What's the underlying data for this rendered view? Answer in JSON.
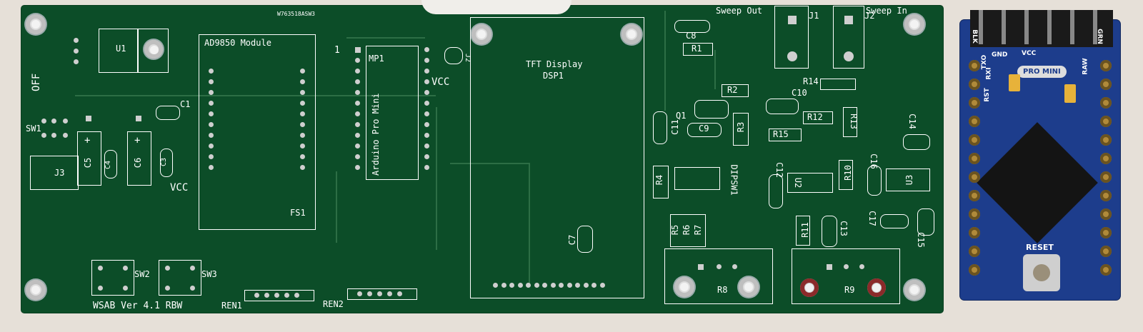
{
  "pcb": {
    "labels": {
      "serial": "W763518ASW3",
      "ad9850": "AD9850 Module",
      "one": "1",
      "mp1": "MP1",
      "arduino": "Arduino Pro Mini",
      "j2": "J2",
      "vcc_top": "VCC",
      "tft_line1": "TFT Display",
      "tft_line2": "DSP1",
      "sweep_out": "Sweep Out",
      "sweep_in": "Sweep In",
      "j1": "J1",
      "j2b": "J2",
      "u1": "U1",
      "off": "OFF",
      "sw1": "SW1",
      "c1": "C1",
      "c5": "C5",
      "c4": "C4",
      "c6": "C6",
      "c3": "C3",
      "j3": "J3",
      "vcc_bottom": "VCC",
      "fs1": "FS1",
      "c8": "C8",
      "r1": "R1",
      "r2": "R2",
      "r14": "R14",
      "c10": "C10",
      "q1": "Q1",
      "c11": "C11",
      "c9": "C9",
      "r3": "R3",
      "r12": "R12",
      "r13": "R13",
      "r15": "R15",
      "c14": "C14",
      "r4": "R4",
      "dipsw1": "DIPSW1",
      "c12": "C12",
      "u2": "U2",
      "r10": "R10",
      "c16": "C16",
      "u3": "U3",
      "c7": "C7",
      "r5": "R5",
      "r6": "R6",
      "r7": "R7",
      "r11": "R11",
      "c13": "C13",
      "c17": "C17",
      "c15": "C15",
      "r8": "R8",
      "r9": "R9",
      "sw2": "SW2",
      "sw3": "SW3",
      "ren1": "REN1",
      "ren2": "REN2",
      "version": "WSAB Ver 4.1 RBW"
    }
  },
  "arduino_board": {
    "labels": {
      "pro_mini": "PRO MINI",
      "reset": "RESET",
      "blk": "BLK",
      "gnd": "GND",
      "vcc": "VCC",
      "rxi": "RXI",
      "txo": "TXO",
      "grn": "GRN",
      "raw": "RAW",
      "rst": "RST"
    }
  },
  "colors": {
    "pcb_green": "#0c4d28",
    "silkscreen": "#ffffff",
    "arduino_blue": "#1d3d8c",
    "background": "#e6e0d8"
  }
}
